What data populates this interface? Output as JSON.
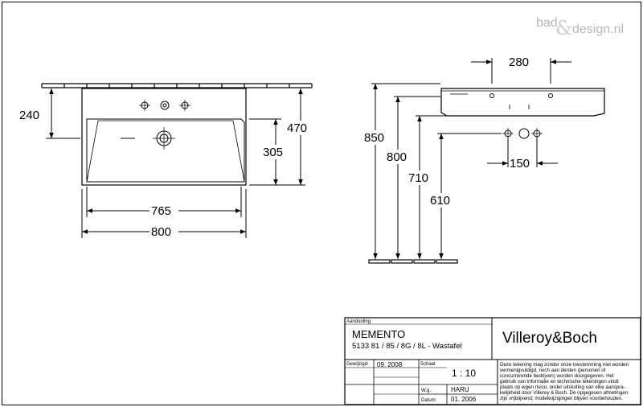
{
  "watermark": {
    "left": "bad",
    "amp": "&",
    "right": "design.nl"
  },
  "dimensions": {
    "front_height_total": "470",
    "front_tap_height": "240",
    "front_bowl_height": "305",
    "front_inner_width": "765",
    "front_outer_width": "800",
    "side_top_width": "280",
    "side_hole_spacing": "150",
    "side_h1": "850",
    "side_h2": "800",
    "side_h3": "710",
    "side_h4": "610"
  },
  "title_block": {
    "aanduiding_label": "Aanduiding",
    "product_name": "MEMENTO",
    "product_desc": "5133 81 / 85 / 8G / 8L - Wastafel",
    "brand": "Villeroy&Boch",
    "gewijzigd_label": "Gewijzigd:",
    "gewijzigd_value": "09. 2008",
    "schaal_label": "Schaal",
    "schaal_value": "1 : 10",
    "wg_label": "W.g.:",
    "wg_value": "HARU",
    "datum_label": "Datum:",
    "datum_value": "01. 2006",
    "disclaimer": [
      "Deze tekening mag zonder onze toestemming niet worden",
      "vermenigvuldigd, noch aan derden  (personen of",
      "concurrerende bedrijven) worden doorgegeven. Het",
      "gebruik van informatie en technische tekeningen  vindt",
      "plaats op eigen risico, onder uitsluiting van elke aanspra-",
      "kelijkheid door Villeroy & Boch. De opgegeven afmetingen",
      "zijn vrijblijvend; modelwijzigingen blijven voorbehouden."
    ]
  },
  "colors": {
    "line": "#000000",
    "watermark": "#b8b8b8",
    "background": "#ffffff"
  }
}
